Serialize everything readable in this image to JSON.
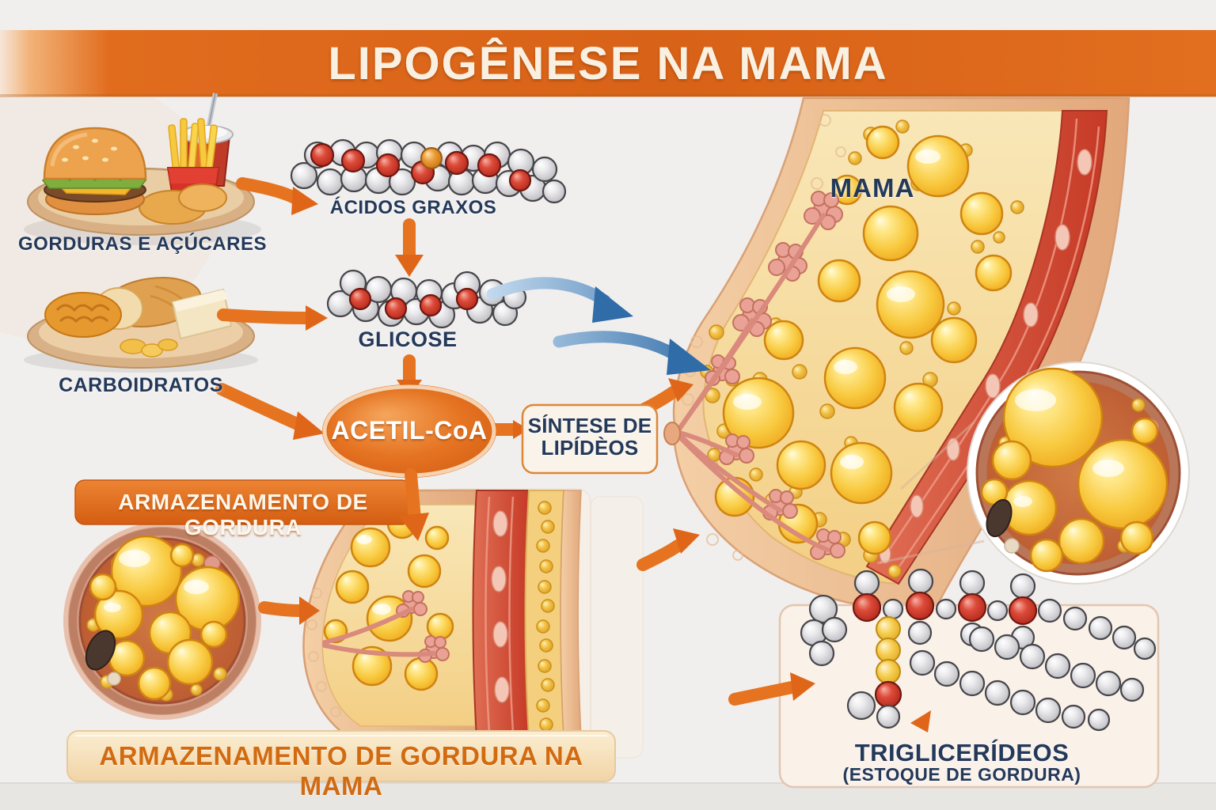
{
  "title": "LIPOGÊNESE NA MAMA",
  "flow": {
    "fats_sugars_label": "GORDURAS E AÇÚCARES",
    "fatty_acids_label": "ÁCIDOS GRAXOS",
    "carbs_label": "CARBOIDRATOS",
    "glucose_label": "GLICOSE",
    "acetyl_coa_label": "ACETIL-CoA",
    "lipid_synthesis_line1": "SÍNTESE DE",
    "lipid_synthesis_line2": "LIPÍDÈOS",
    "fat_storage_label": "ARMAZENAMENTO DE GORDURA"
  },
  "breast": {
    "label": "MAMA"
  },
  "bottom": {
    "storage_breast_label": "ARMAZENAMENTO DE GORDURA NA MAMA",
    "triglycerides_label": "TRIGLICERÍDEOS",
    "fat_stock_label": "(ESTOQUE DE GORDURA)"
  },
  "colors": {
    "accent_orange": "#e2691f",
    "navy_text": "#24395a",
    "cream_panel": "#faf1e9",
    "banner_orange": "#d86217"
  }
}
